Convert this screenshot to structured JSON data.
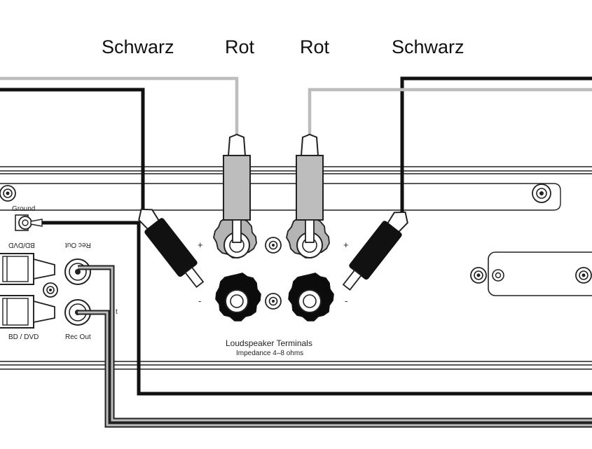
{
  "wire_labels": {
    "left_black": "Schwarz",
    "left_red": "Rot",
    "right_red": "Rot",
    "right_black": "Schwarz"
  },
  "panel": {
    "ground": "Ground",
    "bd_dvd_top": "BD/DVD",
    "rec_out_top": "Rec Out",
    "bd_dvd_bottom": "BD / DVD",
    "rec_out_bottom": "Rec Out",
    "rec_out_partial": "t",
    "plus": "+",
    "minus": "-",
    "terminals_title": "Loudspeaker Terminals",
    "terminals_impedance": "Impedance 4–8 ohms"
  },
  "colors": {
    "black_wire": "#111111",
    "red_wire_drawn_as": "#bdbdbd",
    "panel_line": "#222222",
    "binding_post_red": "#b4b4b4",
    "binding_post_black": "#0c0c0c"
  }
}
